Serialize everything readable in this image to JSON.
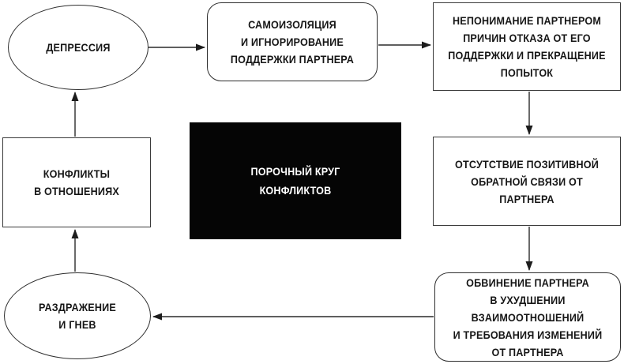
{
  "diagram": {
    "nodes": {
      "depression": {
        "label": "ДЕПРЕССИЯ",
        "shape": "ellipse"
      },
      "isolation": {
        "label": "САМОИЗОЛЯЦИЯ\nИ ИГНОРИРОВАНИЕ\nПОДДЕРЖКИ ПАРТНЕРА",
        "shape": "rounded-rect"
      },
      "misunderstanding": {
        "label": "НЕПОНИМАНИЕ ПАРТНЕРОМ\nПРИЧИН ОТКАЗА ОТ ЕГО\nПОДДЕРЖКИ И ПРЕКРАЩЕНИЕ\nПОПЫТОК",
        "shape": "rect"
      },
      "conflicts": {
        "label": "КОНФЛИКТЫ\nВ ОТНОШЕНИЯХ",
        "shape": "rect"
      },
      "center": {
        "label": "ПОРОЧНЫЙ КРУГ\nКОНФЛИКТОВ",
        "shape": "black-rect"
      },
      "nofeedback": {
        "label": "ОТСУТСТВИЕ ПОЗИТИВНОЙ\nОБРАТНОЙ СВЯЗИ ОТ ПАРТНЕРА",
        "shape": "rect"
      },
      "irritation": {
        "label": "РАЗДРАЖЕНИЕ\nИ ГНЕВ",
        "shape": "ellipse"
      },
      "blame": {
        "label": "ОБВИНЕНИЕ ПАРТНЕРА\nВ УХУДШЕНИИ ВЗАИМООТНОШЕНИЙ\nИ ТРЕБОВАНИЯ ИЗМЕНЕНИЙ\nОТ ПАРТНЕРА",
        "shape": "rounded-rect"
      }
    },
    "edges": [
      {
        "from": "depression",
        "to": "isolation",
        "direction": "right"
      },
      {
        "from": "isolation",
        "to": "misunderstanding",
        "direction": "right"
      },
      {
        "from": "misunderstanding",
        "to": "nofeedback",
        "direction": "down"
      },
      {
        "from": "nofeedback",
        "to": "blame",
        "direction": "down"
      },
      {
        "from": "blame",
        "to": "irritation",
        "direction": "left"
      },
      {
        "from": "irritation",
        "to": "conflicts",
        "direction": "up"
      },
      {
        "from": "conflicts",
        "to": "depression",
        "direction": "up"
      }
    ]
  },
  "colors": {
    "background": "#ffffff",
    "node_border": "#2e2e2e",
    "text": "#161616",
    "center_background": "#050505",
    "center_text": "#ffffff",
    "arrow": "#1c1c1c"
  }
}
